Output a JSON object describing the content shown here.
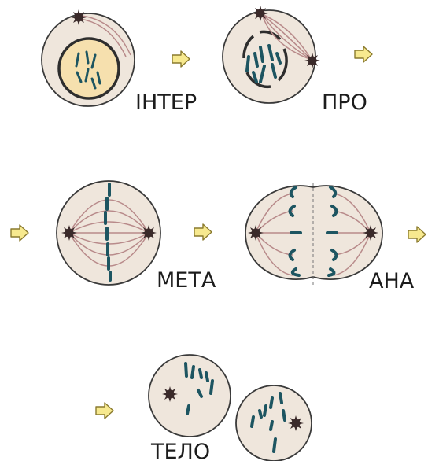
{
  "labels": {
    "interphase": "ІНТЕР",
    "prophase": "ПРО",
    "metaphase": "МЕТА",
    "anaphase": "АНА",
    "telophase": "ТЕЛО"
  },
  "colors": {
    "cell_fill": "#efe6dc",
    "cell_stroke": "#3a3a3a",
    "nucleus_fill": "#f6e0ae",
    "chromosome": "#1d5561",
    "spindle": "#b88a8a",
    "centrosome": "#3a2a2a",
    "arrow_fill": "#f7e98f",
    "arrow_stroke": "#8a7a2e"
  },
  "icons": {
    "arrow": "right-arrow-icon",
    "centrosome": "star-centrosome-icon"
  }
}
